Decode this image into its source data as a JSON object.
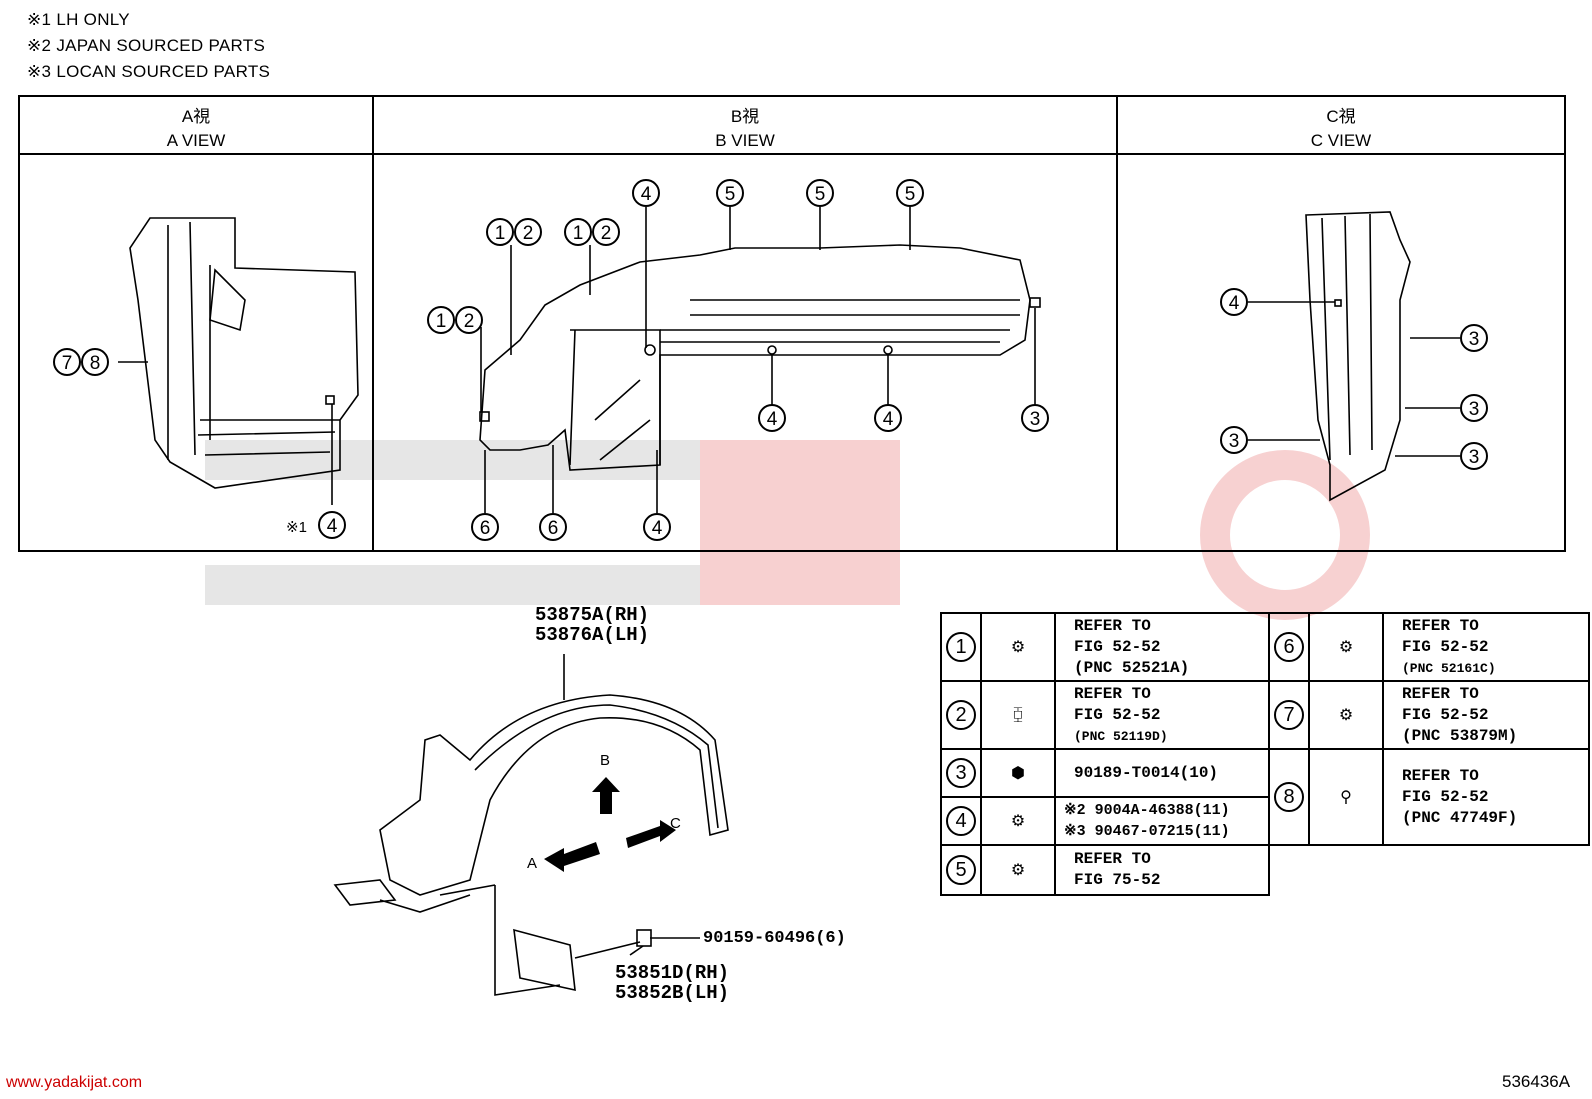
{
  "notes": [
    "※1 LH ONLY",
    "※2 JAPAN SOURCED PARTS",
    "※3 LOCAN SOURCED PARTS"
  ],
  "views": [
    {
      "jp": "A視",
      "en": "A VIEW"
    },
    {
      "jp": "B視",
      "en": "B VIEW"
    },
    {
      "jp": "C視",
      "en": "C VIEW"
    }
  ],
  "view_a": {
    "callouts": [
      "⑦⑧"
    ],
    "lh_mark": "※1",
    "callout_4": "4"
  },
  "view_b": {
    "callouts": {
      "c1": "1",
      "c2": "2",
      "c3": "3",
      "c4": "4",
      "c5": "5",
      "c6": "6"
    }
  },
  "view_c": {
    "callouts": {
      "c3": "3",
      "c4": "4"
    }
  },
  "main_part": {
    "rh": "53875A(RH)",
    "lh": "53876A(LH)",
    "arrow_a": "A",
    "arrow_b": "B",
    "arrow_c": "C"
  },
  "mudflap": {
    "rh": "53851D(RH)",
    "lh": "53852B(LH)"
  },
  "screw": {
    "part": "90159-60496(6)"
  },
  "legend": [
    {
      "num": "1",
      "icon": "clip-icon",
      "lines": [
        "REFER TO",
        "FIG 52-52",
        "(PNC 52521A)"
      ]
    },
    {
      "num": "2",
      "icon": "bolt-icon",
      "lines": [
        "REFER TO",
        "FIG 52-52",
        "(PNC 52119D)"
      ]
    },
    {
      "num": "3",
      "icon": "nut-icon",
      "lines": [
        "90189-T0014(10)"
      ]
    },
    {
      "num": "4",
      "icon": "clip-icon",
      "lines": [
        "※2 9004A-46388(11)",
        "※3 90467-07215(11)"
      ]
    },
    {
      "num": "5",
      "icon": "clip-icon",
      "lines": [
        "REFER TO",
        "FIG 75-52"
      ]
    },
    {
      "num": "6",
      "icon": "clip-icon",
      "lines": [
        "REFER TO",
        "FIG 52-52",
        "(PNC 52161C)"
      ]
    },
    {
      "num": "7",
      "icon": "clip-icon",
      "lines": [
        "REFER TO",
        "FIG 52-52",
        "(PNC 53879M)"
      ]
    },
    {
      "num": "8",
      "icon": "screw-icon",
      "lines": [
        "REFER TO",
        "FIG 52-52",
        "(PNC 47749F)"
      ]
    }
  ],
  "footer": {
    "url": "www.yadakijat.com",
    "code": "536436A"
  }
}
